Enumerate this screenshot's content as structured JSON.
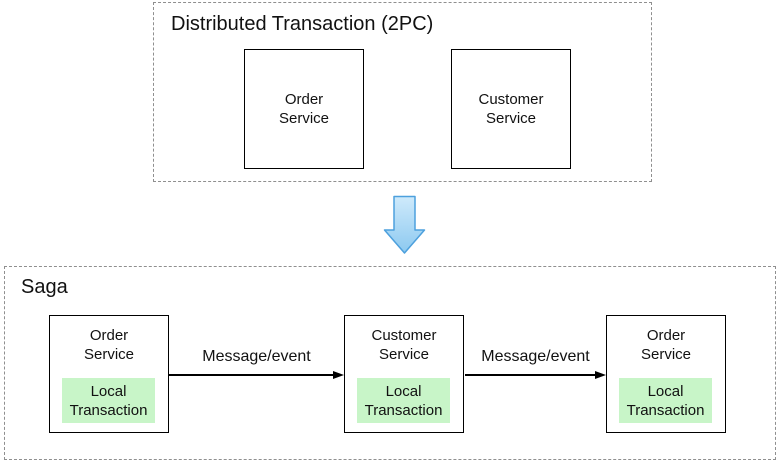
{
  "groups": [
    {
      "title": "Distributed Transaction (2PC)",
      "nodes": [
        {
          "label": "Order\nService"
        },
        {
          "label": "Customer\nService"
        }
      ]
    },
    {
      "title": "Saga",
      "nodes": [
        {
          "label": "Order\nService",
          "local": "Local\nTransaction"
        },
        {
          "label": "Customer\nService",
          "local": "Local\nTransaction"
        },
        {
          "label": "Order\nService",
          "local": "Local\nTransaction"
        }
      ],
      "edges": [
        {
          "label": "Message/event"
        },
        {
          "label": "Message/event"
        }
      ]
    }
  ],
  "icons": {
    "transform_arrow": "down-arrow-icon"
  },
  "colors": {
    "local_transaction_fill": "#c8f5c8",
    "dashed_border": "#8f8f8f",
    "node_border": "#000000",
    "arrow_fill_top": "#cfeafb",
    "arrow_fill_bottom": "#8cc9f0",
    "arrow_stroke": "#4da0dd",
    "text_color": "#111111"
  }
}
